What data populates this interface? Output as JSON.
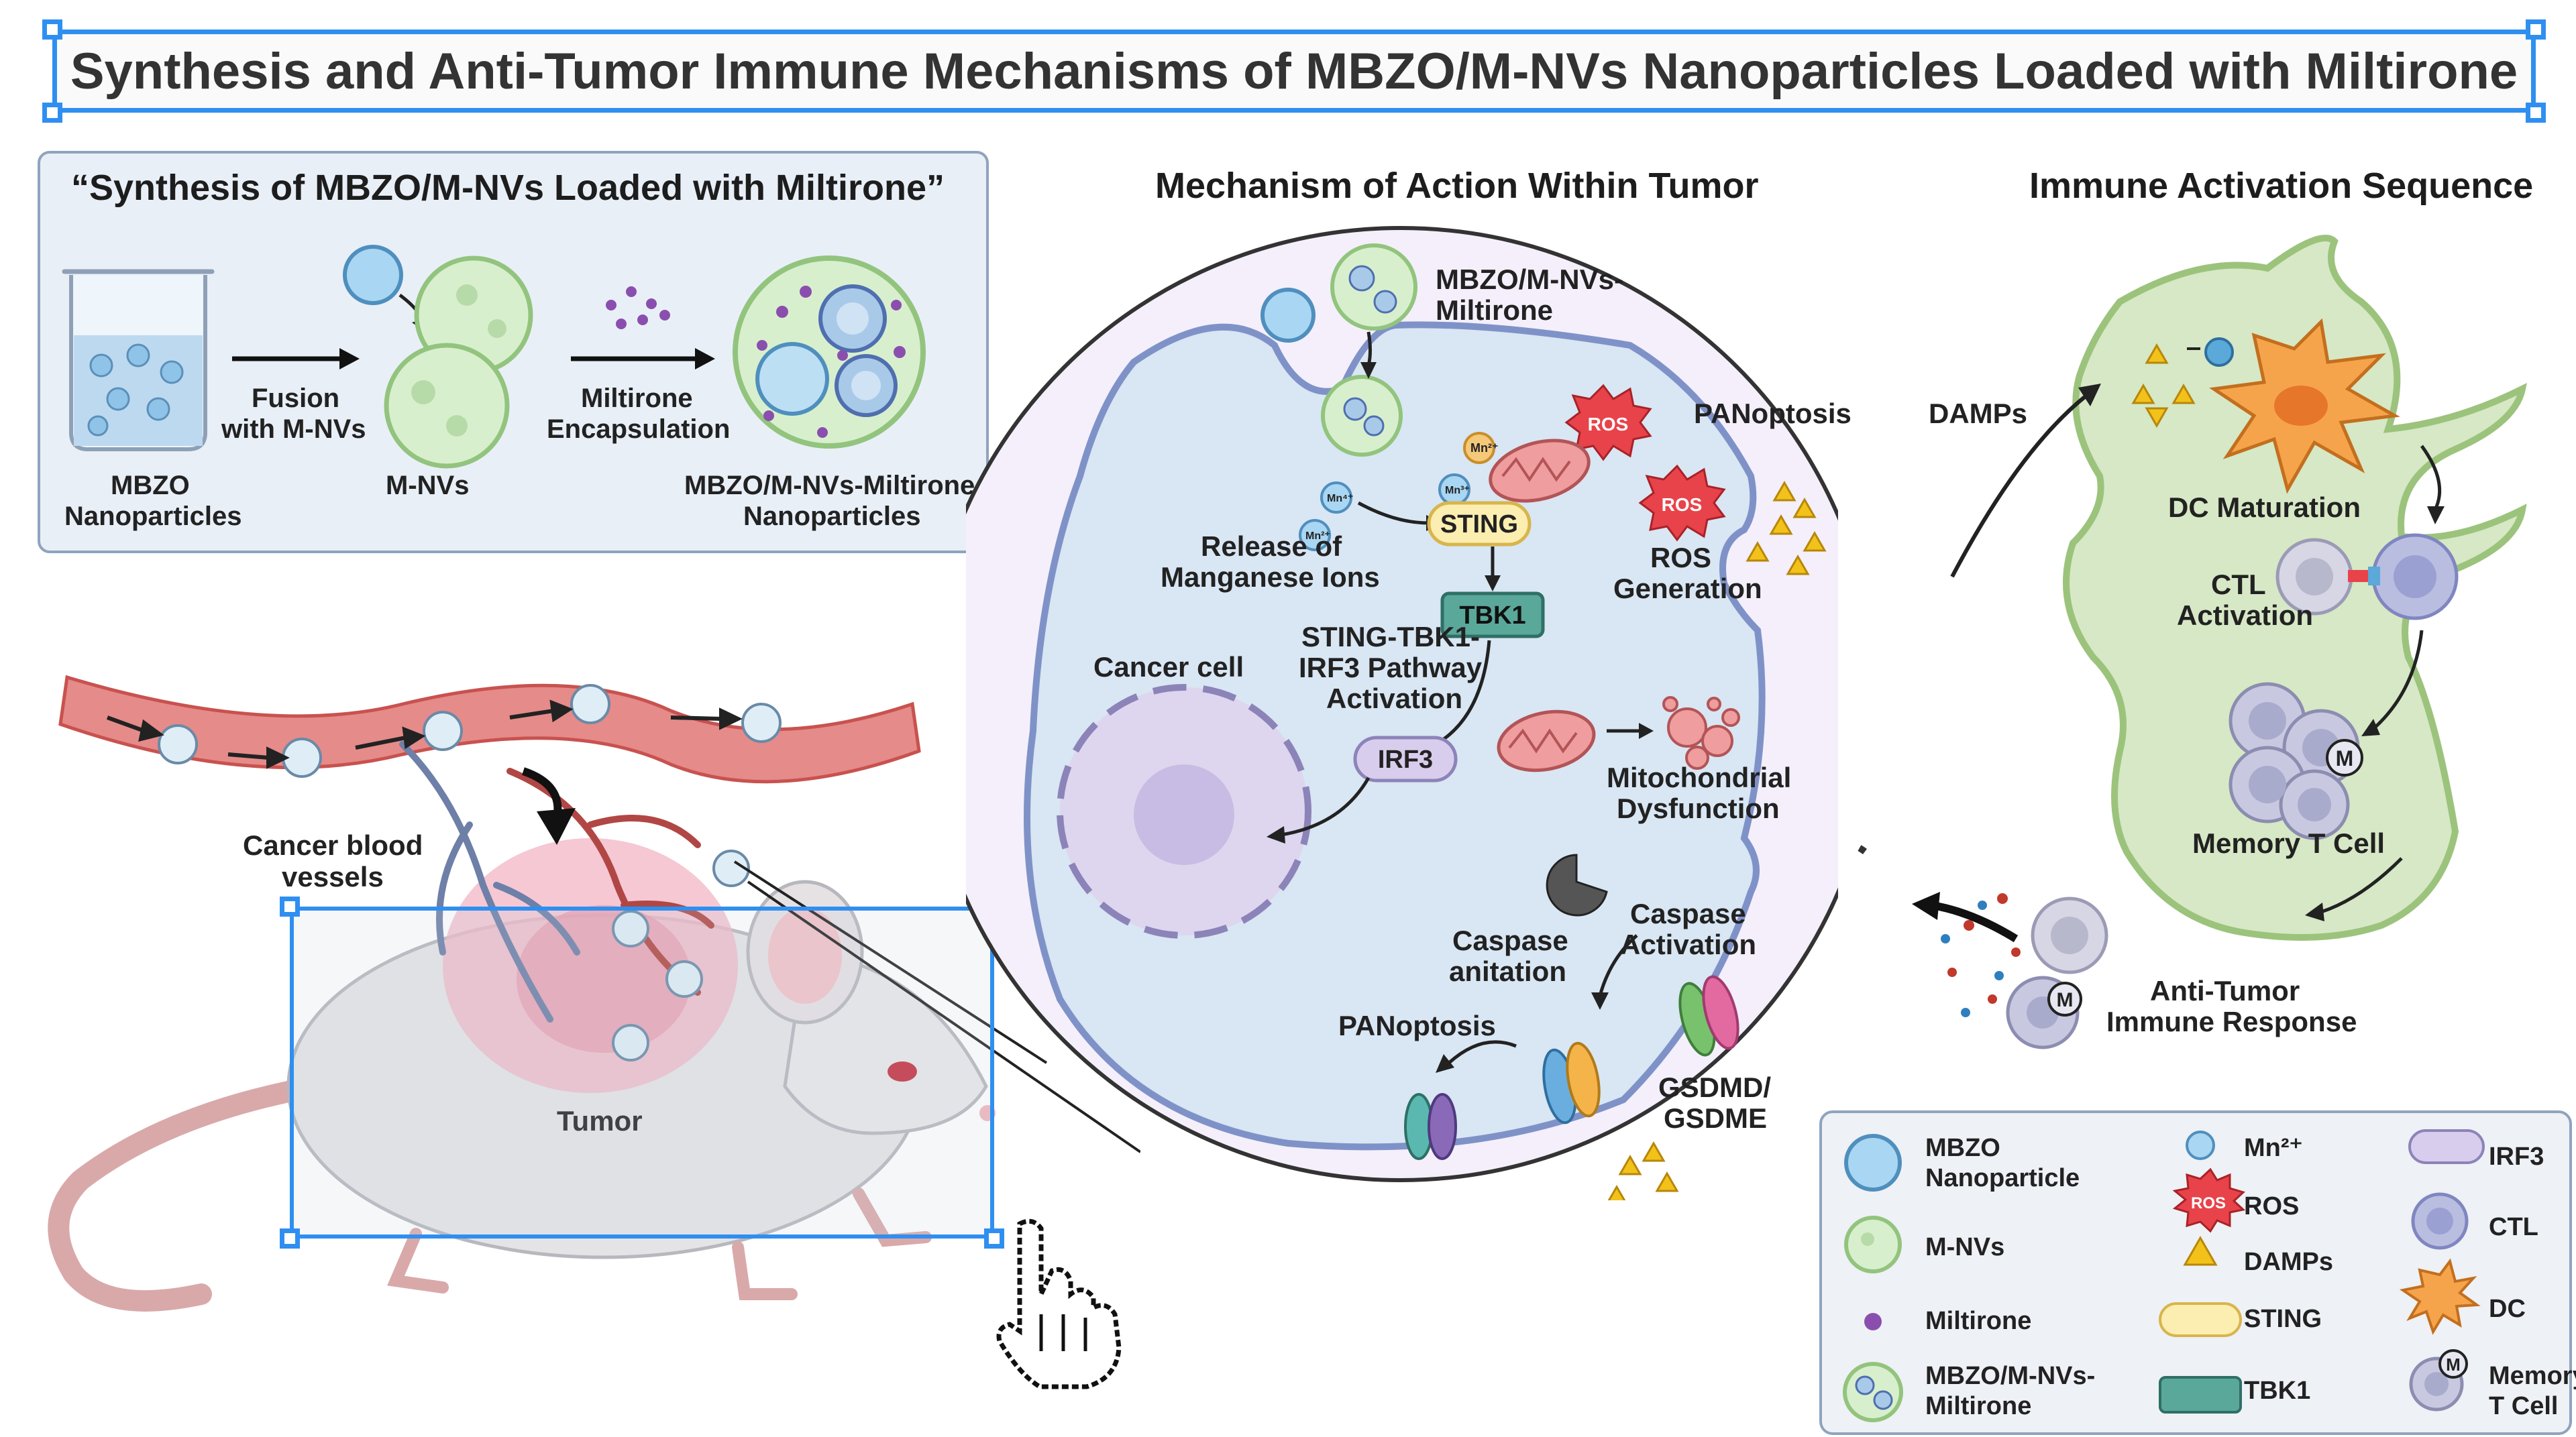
{
  "title": "Synthesis and Anti-Tumor Immune Mechanisms of MBZO/M-NVs Nanoparticles Loaded with Miltirone",
  "synthesis": {
    "heading": "“Synthesis of MBZO/M-NVs Loaded with Miltirone”",
    "step1_line1": "MBZO",
    "step1_line2": "Nanoparticles",
    "arrow1_line1": "Fusion",
    "arrow1_line2": "with M-NVs",
    "step2": "M-NVs",
    "arrow2_line1": "Miltirone",
    "arrow2_line2": "Encapsulation",
    "step3_line1": "MBZO/M-NVs-Miltirone",
    "step3_line2": "Nanoparticles"
  },
  "mouse": {
    "vessels_line1": "Cancer blood",
    "vessels_line2": "vessels",
    "tumor": "Tumor"
  },
  "mechanism": {
    "heading": "Mechanism of Action Within Tumor",
    "np_line1": "MBZO/M-NVs-",
    "np_line2": "Miltirone",
    "ion_mn2": "Mn²⁺",
    "ion_mn3": "Mn³⁺",
    "ion_mn4": "Mn⁴⁺",
    "ion_mn5": "Mn²⁺",
    "release_line1": "Release of",
    "release_line2": "Manganese Ions",
    "sting": "STING",
    "tbk1": "TBK1",
    "pathway_line1": "STING-TBK1-",
    "pathway_line2": "IRF3 Pathway",
    "pathway_line3": "Activation",
    "irf3": "IRF3",
    "cancer_cell": "Cancer cell",
    "ros_tag1": "ROS",
    "ros_tag2": "ROS",
    "ros_line1": "ROS",
    "ros_line2": "Generation",
    "panoptosis_top": "PANoptosis",
    "mito_line1": "Mitochondrial",
    "mito_line2": "Dysfunction",
    "caspase_init_line1": "Caspase",
    "caspase_init_line2": "anitation",
    "caspase_act_line1": "Caspase",
    "caspase_act_line2": "Activation",
    "panoptosis_bottom": "PANoptosis",
    "gsdmd_line1": "GSDMD/",
    "gsdmd_line2": "GSDME"
  },
  "immune": {
    "heading": "Immune Activation Sequence",
    "damps": "DAMPs",
    "dc_maturation": "DC Maturation",
    "ctl_line1": "CTL",
    "ctl_line2": "Activation",
    "memory": "Memory T Cell",
    "memory_badge": "M",
    "response_line1": "Anti-Tumor",
    "response_line2": "Immune Response",
    "response_badge": "M"
  },
  "legend": {
    "mbzo_line1": "MBZO",
    "mbzo_line2": "Nanoparticle",
    "mnvs": "M-NVs",
    "miltirone": "Miltirone",
    "combo_line1": "MBZO/M-NVs-",
    "combo_line2": "Miltirone",
    "mn": "Mn²⁺",
    "ros_tag": "ROS",
    "ros": "ROS",
    "damps": "DAMPs",
    "sting": "STING",
    "tbk1": "TBK1",
    "irf3": "IRF3",
    "ctl": "CTL",
    "dc": "DC",
    "memory_badge": "M",
    "memory_line1": "Memory",
    "memory_line2": "T Cell"
  },
  "colors": {
    "selection": "#2f8ff0",
    "vessel": "#d9706e",
    "cancer_cell_fill": "#dbe8f4",
    "cell_outline": "#7f92c8",
    "lymph_node": "#d6e8c5",
    "ros": "#e8434a",
    "damps": "#f2c21b",
    "sting": "#fbeeb0",
    "tbk1": "#5aa89a",
    "irf3": "#d9cdee",
    "ctl": "#b9bde0",
    "dc": "#f6a44c"
  },
  "icons": [
    "hand-pointer-icon",
    "beaker-icon",
    "arrow-right-icon"
  ]
}
